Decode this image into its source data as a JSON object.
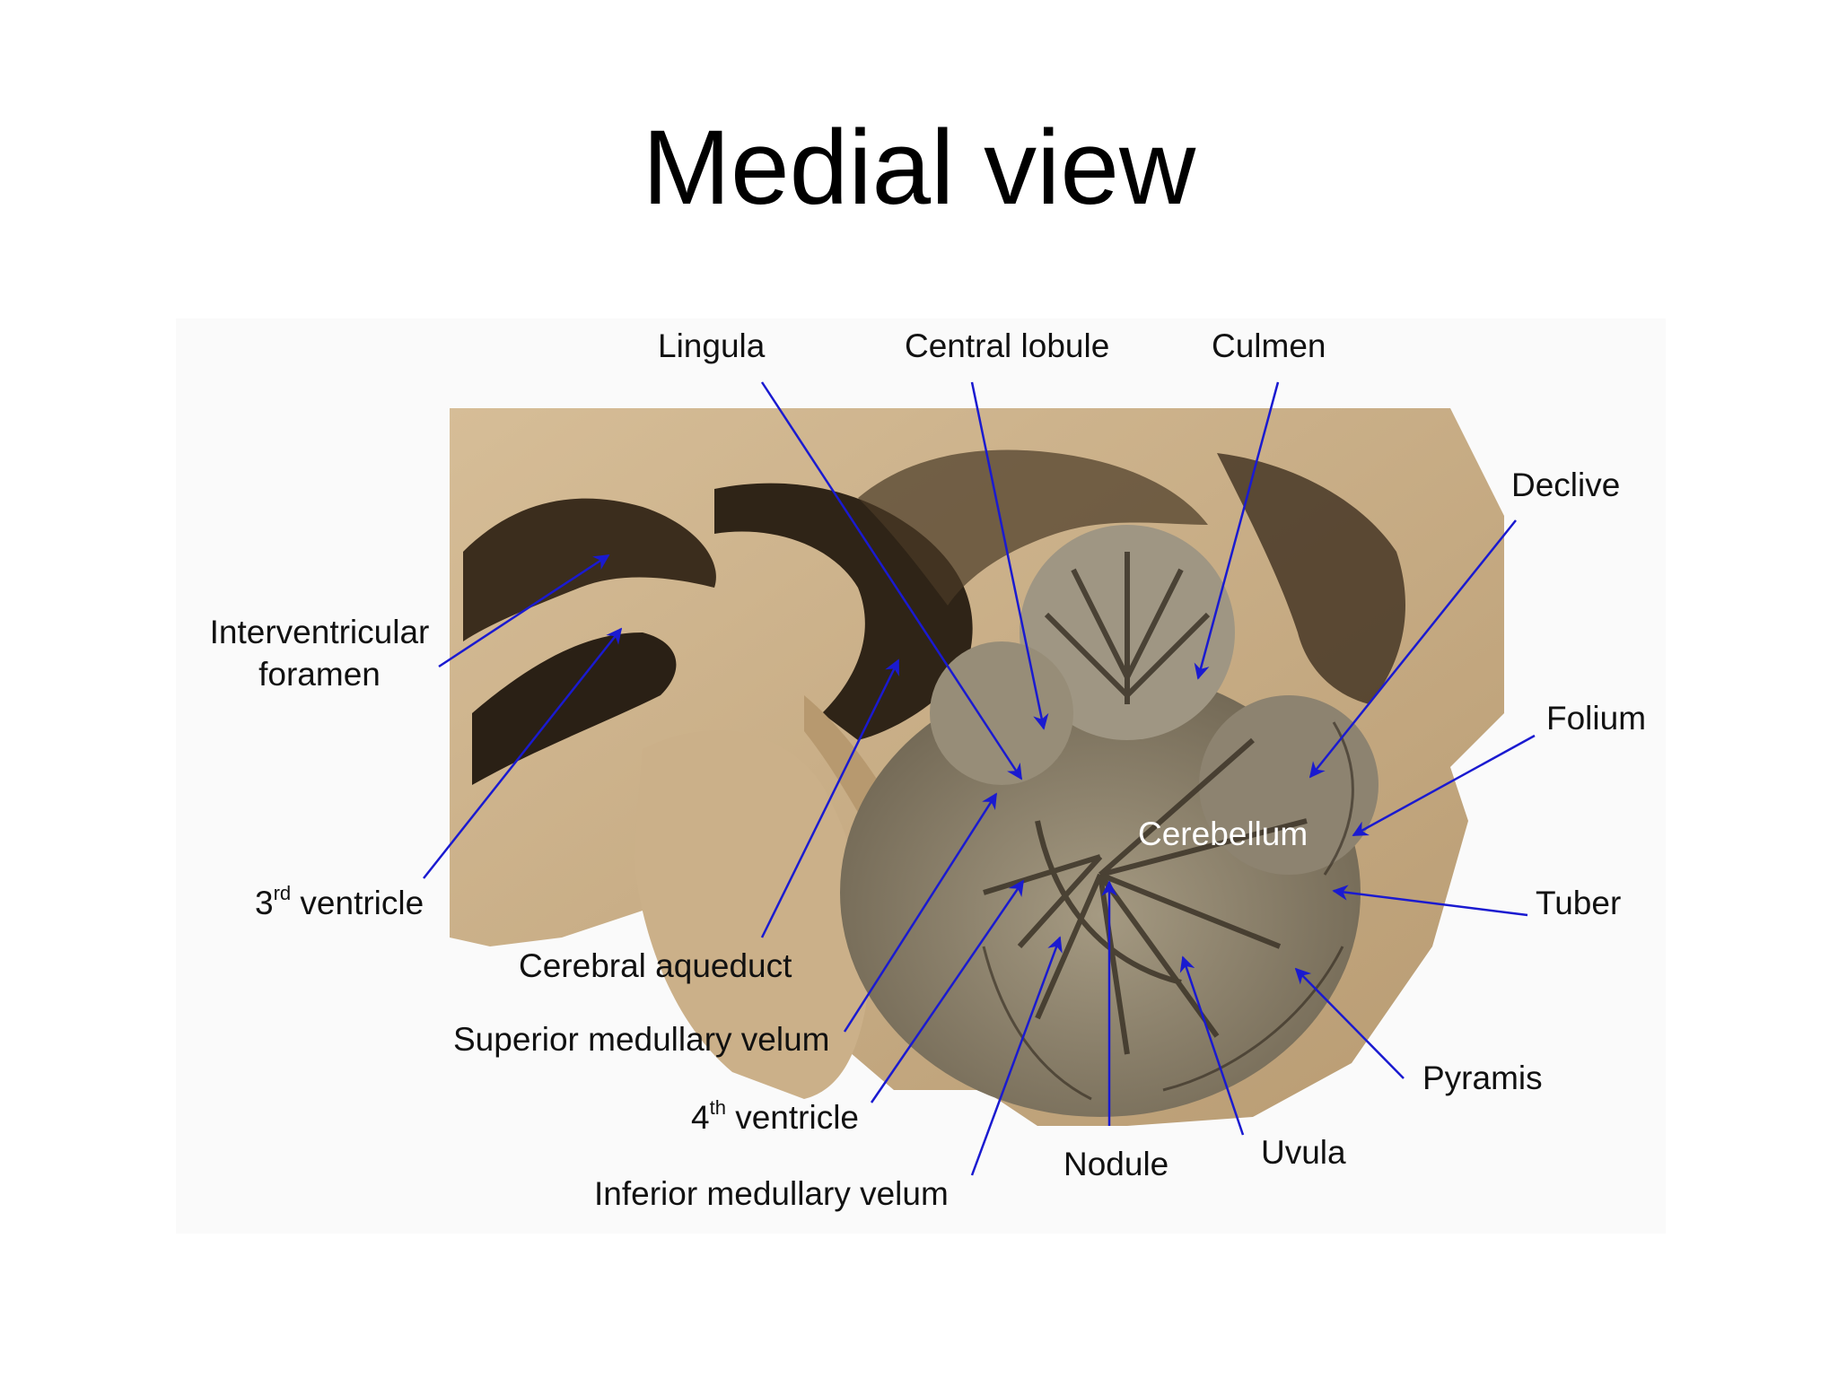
{
  "title": "Medial view",
  "labels": {
    "lingula": "Lingula",
    "central_lobule": "Central lobule",
    "culmen": "Culmen",
    "declive": "Declive",
    "folium": "Folium",
    "tuber": "Tuber",
    "pyramis": "Pyramis",
    "uvula": "Uvula",
    "nodule": "Nodule",
    "cerebellum": "Cerebellum",
    "interventricular_line1": "Interventricular",
    "interventricular_line2": "foramen",
    "third_ventricle_num": "3",
    "third_ventricle_sup": "rd",
    "third_ventricle_text": " ventricle",
    "cerebral_aqueduct": "Cerebral aqueduct",
    "superior_medullary_velum": "Superior medullary velum",
    "fourth_ventricle_num": "4",
    "fourth_ventricle_sup": "th",
    "fourth_ventricle_text": " ventricle",
    "inferior_medullary_velum": "Inferior medullary velum"
  },
  "colors": {
    "arrow": "#1a1ad0",
    "tissue": "#c8ad86",
    "tissue_dark": "#3a2c1c",
    "cerebellum_tissue": "#8e8470"
  }
}
